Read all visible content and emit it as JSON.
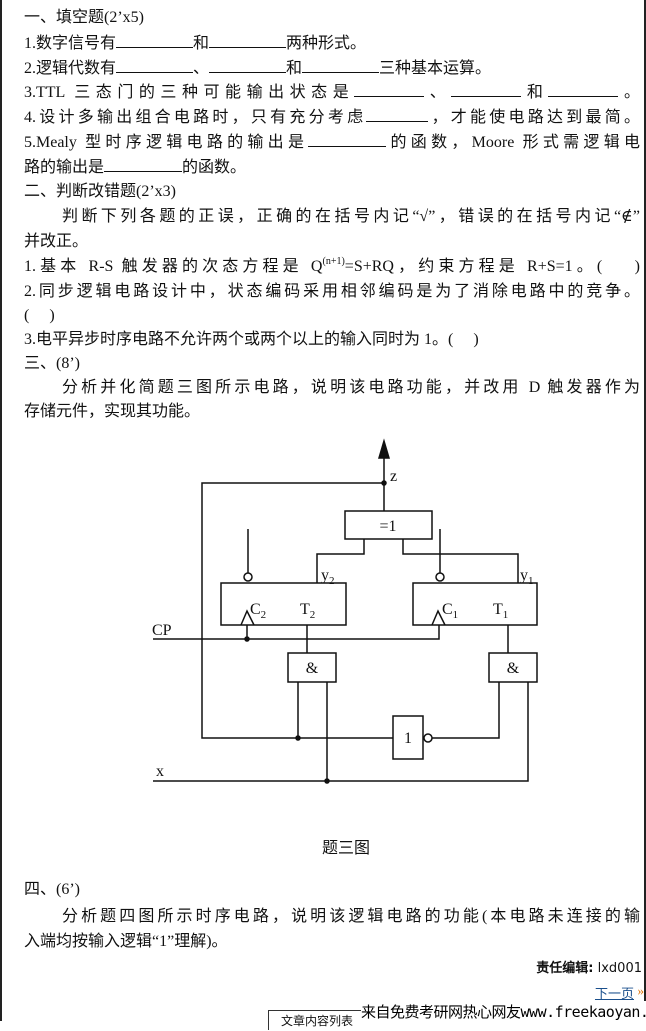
{
  "section1": {
    "heading": "一、填空题(2’x5)",
    "q1": {
      "a": "1.数字信号有",
      "b": "和",
      "c": "两种形式。"
    },
    "q2": {
      "a": "2.逻辑代数有",
      "b": "、",
      "c": "和",
      "d": "三种基本运算。"
    },
    "q3": {
      "a": "3.TTL 三态门的三种可能输出状态是",
      "b": "、",
      "c": "和",
      "d": "。"
    },
    "q4": {
      "a": "4.设计多输出组合电路时，只有充分考虑",
      "b": "，才能使电路达到最简。"
    },
    "q5": {
      "a": "5.Mealy 型时序逻辑电路的输出是",
      "b": "的函数，Moore 形式需逻辑电",
      "c": "路的输出是",
      "d": "的函数。"
    }
  },
  "section2": {
    "heading": "二、判断改错题(2’x3)",
    "intro_1": "判断下列各题的正误，正确的在括号内记“√”，错误的在括号内记“∉”",
    "intro_2": "并改正。",
    "q1": {
      "a": "1.基本 R-S 触发器的次态方程是 Q",
      "sup": "(n+1)",
      "b": "=S+RQ，约束方程是 R+S=1。(　 )"
    },
    "q2_1": "2.同步逻辑电路设计中，状态编码采用相邻编码是为了消除电路中的竞争。",
    "q2_2": "(　 )",
    "q3": "3.电平异步时序电路不允许两个或两个以上的输入同时为 1。(　 )"
  },
  "section3": {
    "heading": "三、(8’)",
    "text_1": "分析并化简题三图所示电路，说明该电路功能，并改用 D 触发器作为",
    "text_2": "存储元件，实现其功能。",
    "figure": {
      "output_label": "z",
      "xor_label": "=1",
      "y2": "y",
      "y2_sub": "2",
      "y1": "y",
      "y1_sub": "1",
      "c2": "C",
      "c2_sub": "2",
      "t2": "T",
      "t2_sub": "2",
      "c1": "C",
      "c1_sub": "1",
      "t1": "T",
      "t1_sub": "1",
      "cp_label": "CP",
      "and_label": "&",
      "not_label": "1",
      "x_label": "x"
    },
    "caption": "题三图"
  },
  "section4": {
    "heading": "四、(6’)",
    "text_1": "分析题四图所示时序电路，说明该逻辑电路的功能(本电路未连接的输",
    "text_2": "入端均按输入逻辑“1”理解)。"
  },
  "footer": {
    "editor_label": "责任编辑:",
    "editor_name": "lxd001",
    "next_page": "下一页",
    "next_icon": "»",
    "list_box": "文章内容列表",
    "watermark": "来自免费考研网热心网友www.freekaoyan.com"
  }
}
